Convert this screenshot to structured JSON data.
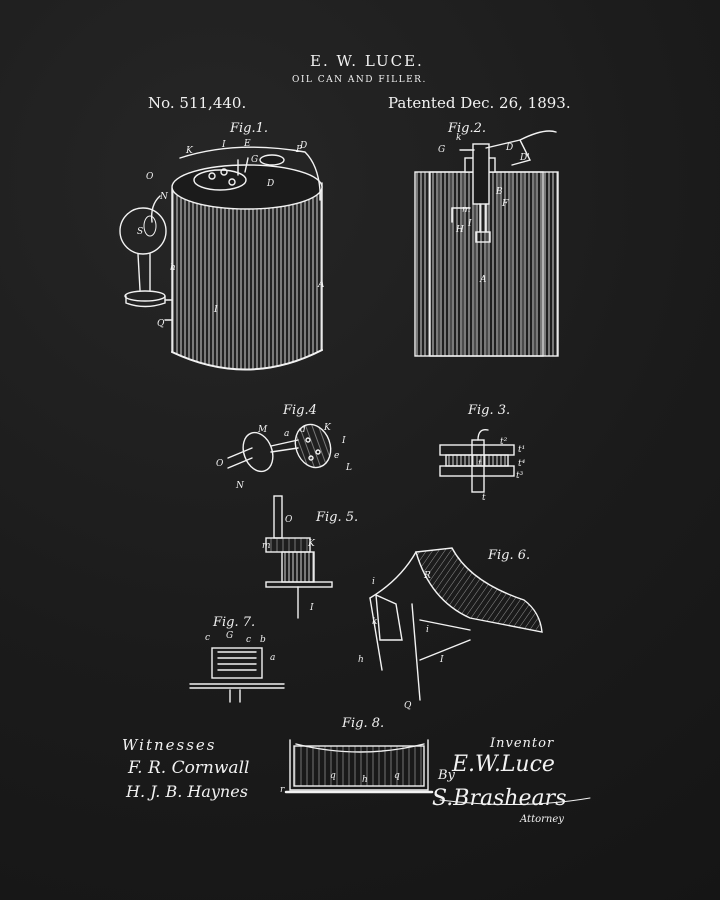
{
  "header": {
    "inventor": "E. W. LUCE.",
    "title": "OIL CAN AND FILLER.",
    "patent_number": "No. 511,440.",
    "patent_date": "Patented Dec. 26, 1893."
  },
  "figures": {
    "fig1": "Fig.1.",
    "fig2": "Fig.2.",
    "fig3": "Fig. 3.",
    "fig4": "Fig.4",
    "fig5": "Fig. 5.",
    "fig6": "Fig. 6.",
    "fig7": "Fig. 7.",
    "fig8": "Fig. 8."
  },
  "signatures": {
    "witnesses_label": "Witnesses",
    "witness1": "F. R. Cornwall",
    "witness2": "H. J. B. Haynes",
    "inventor_label": "Inventor",
    "inventor_signature": "E.W.Luce",
    "by": "By",
    "attorney_signature": "S.Brashears",
    "attorney_label": "Attorney"
  }
}
